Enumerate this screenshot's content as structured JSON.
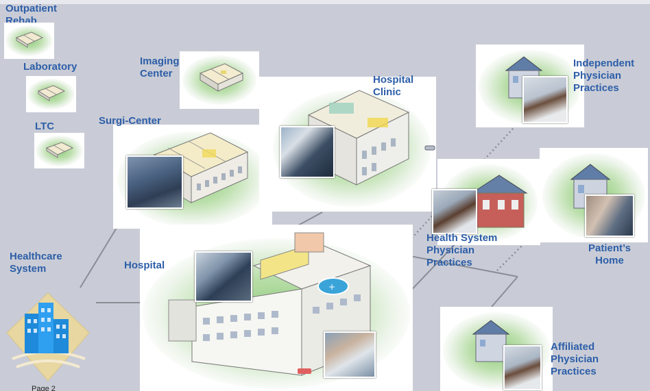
{
  "labels": {
    "outpatient_rehab": "Outpatient\nRehab",
    "laboratory": "Laboratory",
    "ltc": "LTC",
    "imaging_center": "Imaging\nCenter",
    "surgi_center": "Surgi-Center",
    "hospital_clinic": "Hospital\nClinic",
    "independent_practices": "Independent\nPhysician\nPractices",
    "health_system_practices": "Health System\nPhysician\nPractices",
    "patients_home": "Patient’s\nHome",
    "healthcare_system": "Healthcare\nSystem",
    "hospital": "Hospital",
    "affiliated_practices": "Affiliated\nPhysician\nPractices"
  },
  "footer": {
    "page": "Page 2"
  },
  "colors": {
    "label": "#2d5ea8",
    "background": "#c9ccd6",
    "glow": "#8cc878"
  },
  "icons": [
    "building-cluster-icon",
    "house-icon",
    "doctor-photo",
    "surgeons-photo",
    "radiologist-photo",
    "nurse-photo",
    "patient-computer-photo"
  ]
}
